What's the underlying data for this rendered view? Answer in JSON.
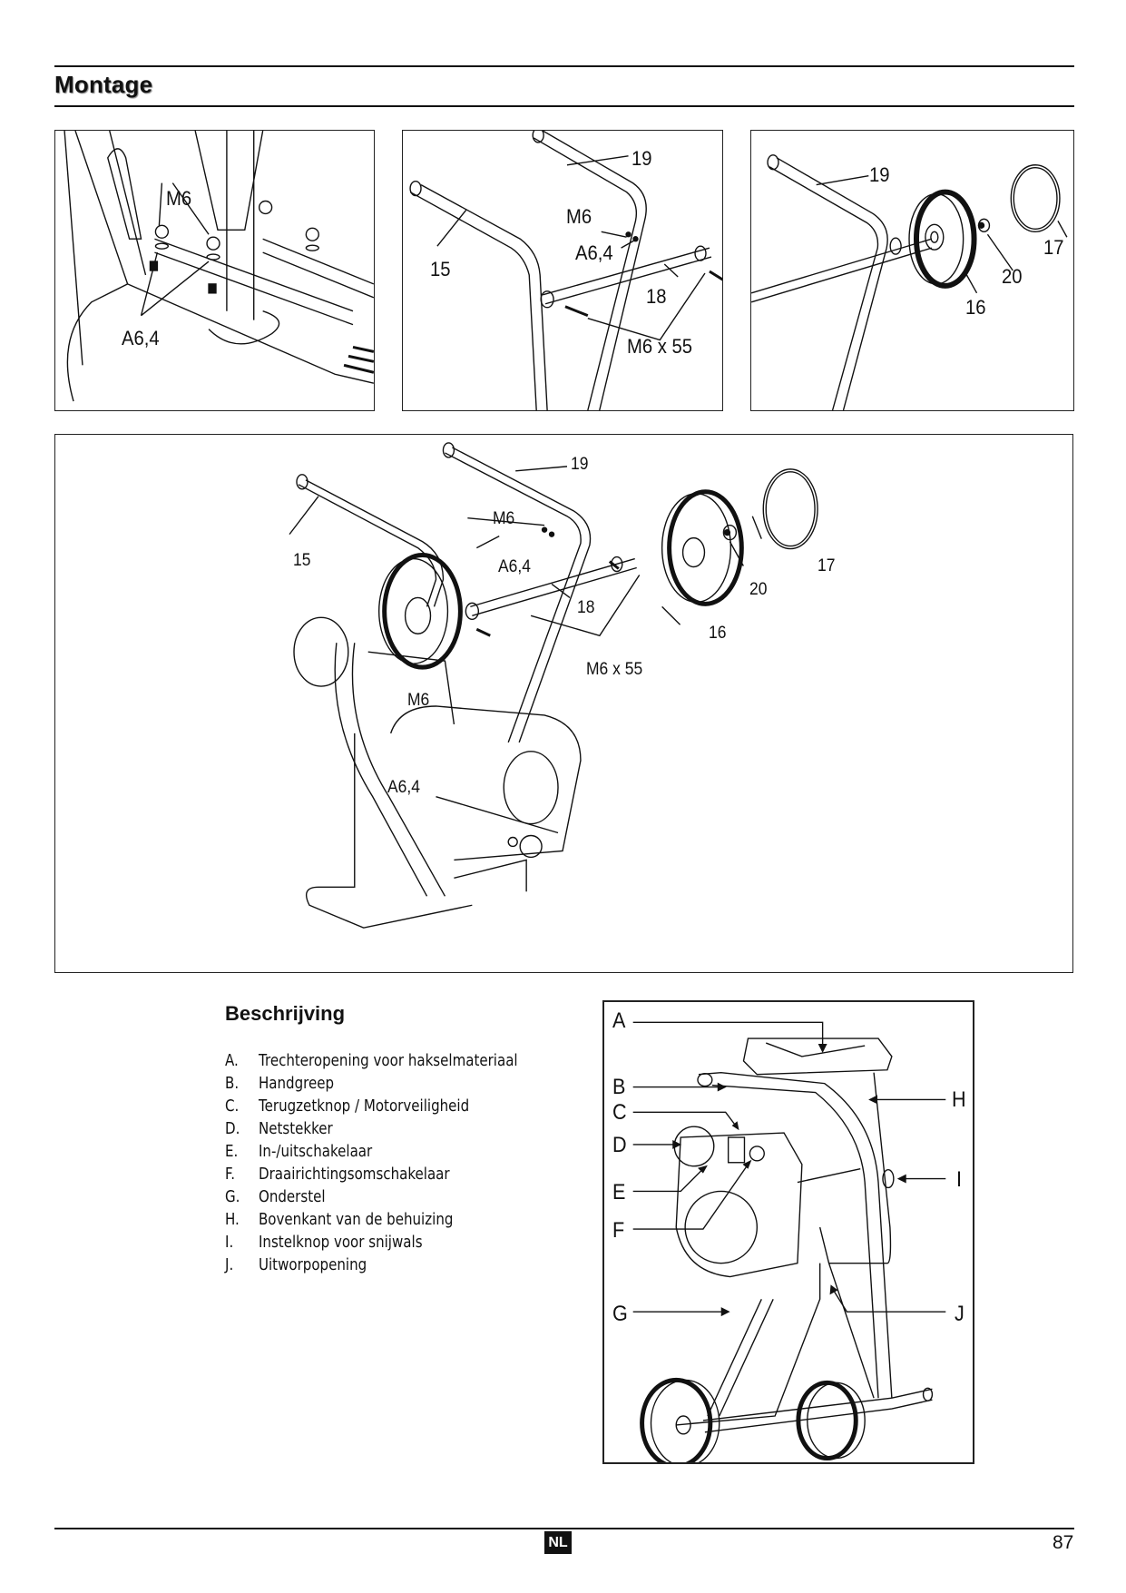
{
  "section_title": "Montage",
  "panels": {
    "detail_bracket": {
      "labels": [
        "M6",
        "A6,4"
      ]
    },
    "handle_frame": {
      "labels": [
        "19",
        "M6",
        "A6,4",
        "15",
        "18",
        "M6 x 55"
      ]
    },
    "wheel": {
      "labels": [
        "19",
        "17",
        "20",
        "16"
      ]
    },
    "overview": {
      "labels": [
        "19",
        "M6",
        "A6,4",
        "15",
        "18",
        "17",
        "20",
        "16",
        "M6 x 55",
        "M6",
        "A6,4"
      ]
    }
  },
  "description": {
    "title": "Beschrijving",
    "items": [
      {
        "key": "A.",
        "text": "Trechteropening voor hakselmateriaal"
      },
      {
        "key": "B.",
        "text": "Handgreep"
      },
      {
        "key": "C.",
        "text": "Terugzetknop / Motorveiligheid"
      },
      {
        "key": "D.",
        "text": "Netstekker"
      },
      {
        "key": "E.",
        "text": "In-/uitschakelaar"
      },
      {
        "key": "F.",
        "text": "Draairichtingsomschakelaar"
      },
      {
        "key": "G.",
        "text": "Onderstel"
      },
      {
        "key": "H.",
        "text": "Bovenkant van de behuizing"
      },
      {
        "key": "I.",
        "text": "Instelknop voor snijwals"
      },
      {
        "key": "J.",
        "text": "Uitworpopening"
      }
    ],
    "diagram_callouts": [
      "A",
      "B",
      "C",
      "D",
      "E",
      "F",
      "G",
      "H",
      "I",
      "J"
    ]
  },
  "footer": {
    "language_badge": "NL",
    "page_number": "87"
  }
}
